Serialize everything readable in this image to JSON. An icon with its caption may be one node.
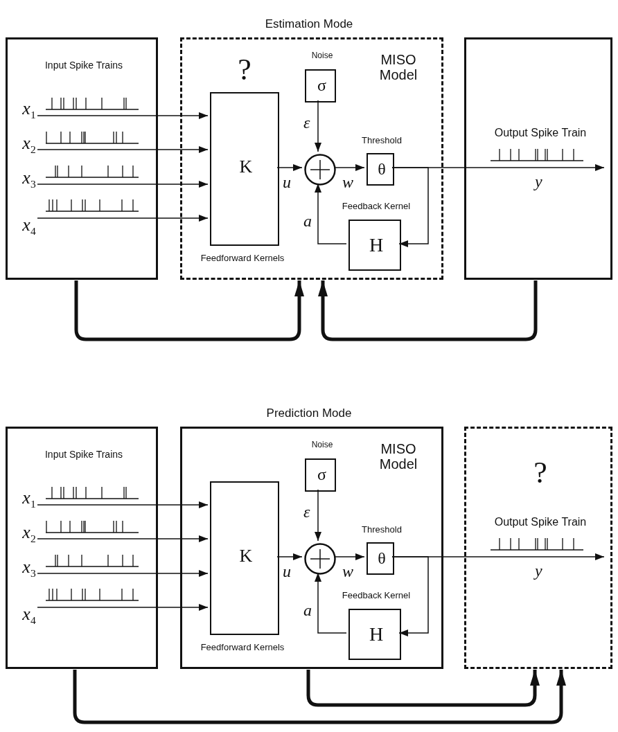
{
  "diagram": {
    "nodes": [
      {
        "text": [
          "Input Spike Trains"
        ]
      },
      {
        "text": [
          "x$_{1}$"
        ],
        "in": 0
      },
      {
        "text": [
          "x$_{2}$"
        ],
        "in": 0
      },
      {
        "text": [
          "x$_{3}$"
        ],
        "in": 0
      },
      {
        "text": [
          "x$_{4}$"
        ],
        "in": 0
      },
      {
        "text": [
          "MISO Model"
        ]
      },
      {
        "text": [
          "K"
        ],
        "in": 5,
        "beside": [
          "?",
          "Feedforward Kernels"
        ]
      },
      {
        "text": [
          "Noise",
          "σ"
        ],
        "in": 5
      },
      {
        "text": [],
        "shape": "circle",
        "in": 5
      },
      {
        "text": [
          "Threshold",
          "θ"
        ],
        "in": 5
      },
      {
        "text": [
          "Feedback Kernel",
          "H"
        ],
        "in": 5
      },
      {
        "text": [
          "Output Spike Train"
        ]
      },
      {
        "text": [
          "Input Spike Trains"
        ]
      },
      {
        "text": [
          "x$_{1}$"
        ],
        "in": 12
      },
      {
        "text": [
          "x$_{2}$"
        ],
        "in": 12
      },
      {
        "text": [
          "x$_{3}$"
        ],
        "in": 12
      },
      {
        "text": [
          "x$_{4}$"
        ],
        "in": 12
      },
      {
        "text": [
          "MISO Model"
        ]
      },
      {
        "text": [
          "K"
        ],
        "in": 17,
        "beside": [
          "Feedforward Kernels"
        ]
      },
      {
        "text": [
          "Noise",
          "σ"
        ],
        "in": 17
      },
      {
        "text": [],
        "shape": "circle",
        "in": 17
      },
      {
        "text": [
          "Threshold",
          "θ"
        ],
        "in": 17
      },
      {
        "text": [
          "Feedback Kernel",
          "H"
        ],
        "in": 17
      },
      {
        "text": [
          "?",
          "Output Spike Train"
        ]
      }
    ],
    "edges": [
      {
        "from": 1,
        "to": 6,
        "arrow": "to"
      },
      {
        "from": 2,
        "to": 6,
        "arrow": "to"
      },
      {
        "from": 3,
        "to": 6,
        "arrow": "to"
      },
      {
        "from": 4,
        "to": 6,
        "arrow": "to"
      },
      {
        "from": 6,
        "to": 8,
        "arrow": "to",
        "label": "u"
      },
      {
        "from": 7,
        "to": 8,
        "arrow": "to",
        "label": "ε"
      },
      {
        "from": 8,
        "to": 9,
        "arrow": "to",
        "label": "w"
      },
      {
        "from": 9,
        "to": 11,
        "arrow": "to",
        "label": "y"
      },
      {
        "from": 9,
        "to": 10,
        "arrow": "to"
      },
      {
        "from": 10,
        "to": 8,
        "arrow": "to",
        "label": "a"
      },
      {
        "from": 0,
        "to": 5,
        "arrow": "to",
        "style": "thick"
      },
      {
        "from": 11,
        "to": 5,
        "arrow": "to",
        "style": "thick"
      },
      {
        "from": 13,
        "to": 18,
        "arrow": "to"
      },
      {
        "from": 14,
        "to": 18,
        "arrow": "to"
      },
      {
        "from": 15,
        "to": 18,
        "arrow": "to"
      },
      {
        "from": 16,
        "to": 18,
        "arrow": "to"
      },
      {
        "from": 18,
        "to": 20,
        "arrow": "to",
        "label": "u"
      },
      {
        "from": 19,
        "to": 20,
        "arrow": "to",
        "label": "ε"
      },
      {
        "from": 20,
        "to": 21,
        "arrow": "to",
        "label": "w"
      },
      {
        "from": 21,
        "to": 23,
        "arrow": "to",
        "label": "y"
      },
      {
        "from": 21,
        "to": 22,
        "arrow": "to"
      },
      {
        "from": 22,
        "to": 20,
        "arrow": "to",
        "label": "a"
      },
      {
        "from": 17,
        "to": 23,
        "arrow": "to",
        "style": "thick"
      },
      {
        "from": 12,
        "to": 23,
        "arrow": "to",
        "style": "thick"
      }
    ],
    "labels": [
      "Estimation Mode",
      "Prediction Mode"
    ]
  }
}
